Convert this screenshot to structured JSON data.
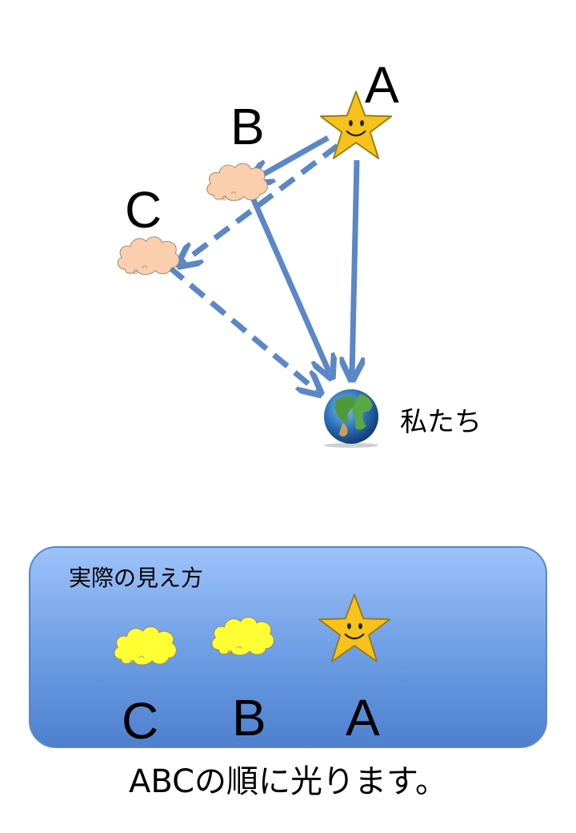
{
  "labels": {
    "a": "A",
    "b": "B",
    "c": "C",
    "earth": "私たち"
  },
  "panel": {
    "title": "実際の見え方",
    "labels": [
      "C",
      "B",
      "A"
    ]
  },
  "caption": "ABCの順に光ります。",
  "colors": {
    "arrow": "#5b87c7",
    "star": "#f6c21b",
    "cloud_top": "#fbcfae",
    "cloud_bottom": "#ffff33",
    "panel_top": "#9dc2fa",
    "panel_bottom": "#4e80cf"
  },
  "icons": [
    "star-icon",
    "cloud-icon",
    "earth-icon"
  ]
}
